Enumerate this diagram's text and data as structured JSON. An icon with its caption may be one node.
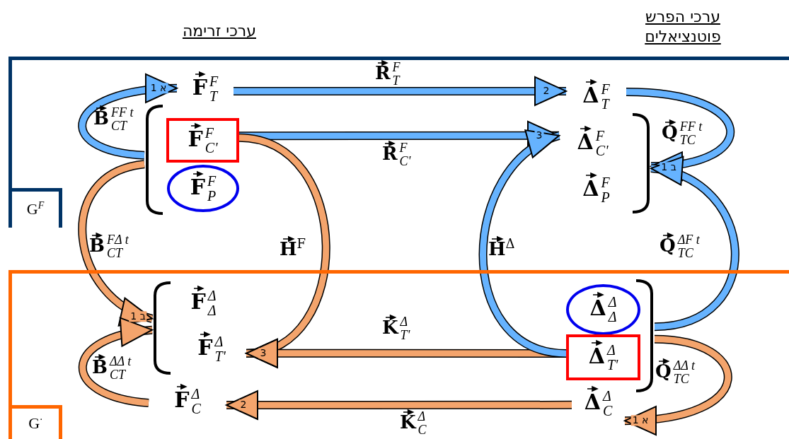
{
  "diagram": {
    "nodes": [
      {
        "text": [],
        "shape": "box"
      },
      {
        "text": [
          "G$^{F}$"
        ],
        "in": 0
      },
      {
        "text": [
          "**F**$^{F}$$_{T}$"
        ],
        "in": 0
      },
      {
        "text": [],
        "shape": "bracket",
        "in": 0
      },
      {
        "text": [
          "**F**$^{F}$$_{C'}$"
        ],
        "in": 3
      },
      {
        "text": [
          "**F**$^{F}$$_{P}$"
        ],
        "in": 3
      },
      {
        "text": [
          "**Δ**$^{F}$$_{T}$"
        ],
        "in": 0
      },
      {
        "text": [],
        "shape": "bracket",
        "in": 0
      },
      {
        "text": [
          "**Δ**$^{F}$$_{C'}$"
        ],
        "in": 7
      },
      {
        "text": [
          "**Δ**$^{F}$$_{P}$"
        ],
        "in": 7
      },
      {
        "text": [],
        "shape": "box"
      },
      {
        "text": [
          "G$^{·}$"
        ],
        "in": 10
      },
      {
        "text": [],
        "shape": "bracket",
        "in": 10
      },
      {
        "text": [
          "**F**$^{Δ}$$_{Δ}$"
        ],
        "in": 12
      },
      {
        "text": [
          "**F**$^{Δ}$$_{T'}$"
        ],
        "in": 12
      },
      {
        "text": [
          "**F**$^{Δ}$$_{C}$"
        ],
        "in": 10
      },
      {
        "text": [],
        "shape": "bracket",
        "in": 10
      },
      {
        "text": [
          "**Δ**$^{Δ}$$_{Δ}$"
        ],
        "in": 16
      },
      {
        "text": [
          "**Δ**$^{Δ}$$_{T'}$"
        ],
        "in": 16
      },
      {
        "text": [
          "**Δ**$^{Δ}$$_{C}$"
        ],
        "in": 10
      }
    ],
    "edges": [
      {
        "from": 2,
        "to": 6,
        "arrow": "to",
        "label": "**R**$^{F}$$_{T}$"
      },
      {
        "from": 4,
        "to": 8,
        "arrow": "to",
        "label": "**R**$^{F}$$_{C'}$"
      },
      {
        "from": 3,
        "to": 2,
        "arrow": "to",
        "label": "**B**$^{FF t}$$_{CT}$"
      },
      {
        "from": 3,
        "to": 12,
        "arrow": "to",
        "label": "**B**$^{FΔ t}$$_{CT}$",
        "color": "#f4a46c"
      },
      {
        "from": 4,
        "to": 14,
        "arrow": "to",
        "label": "**H**$^{F}$",
        "color": "#f4a46c"
      },
      {
        "from": 18,
        "to": 14,
        "arrow": "to",
        "label": "**K**$^{Δ}$$_{T'}$",
        "color": "#f4a46c"
      },
      {
        "from": 18,
        "to": 8,
        "arrow": "to",
        "label": "**H**$^{Δ}$"
      },
      {
        "from": 19,
        "to": 15,
        "arrow": "to",
        "label": "**K**$^{Δ}$$_{C}$",
        "color": "#f4a46c"
      },
      {
        "from": 6,
        "to": 7,
        "arrow": "to",
        "label": "**Q**$^{FF t}$$_{TC}$"
      },
      {
        "from": 16,
        "to": 7,
        "arrow": "to",
        "label": "**Q**$^{ΔF t}$$_{TC}$"
      },
      {
        "from": 16,
        "to": 19,
        "arrow": "to",
        "label": "**Q**$^{ΔΔ t}$$_{TC}$",
        "color": "#f4a46c"
      },
      {
        "from": 15,
        "to": 12,
        "arrow": "to",
        "label": "**B**$^{ΔΔ t}$$_{CT}$",
        "color": "#f4a46c"
      }
    ],
    "labels": [
      "ערכי הפרש פוטנציאלים",
      "ערכי זרימה",
      "א 1",
      "2",
      "3",
      "ב 1",
      "ב 1",
      "3",
      "2",
      "א 1"
    ]
  }
}
